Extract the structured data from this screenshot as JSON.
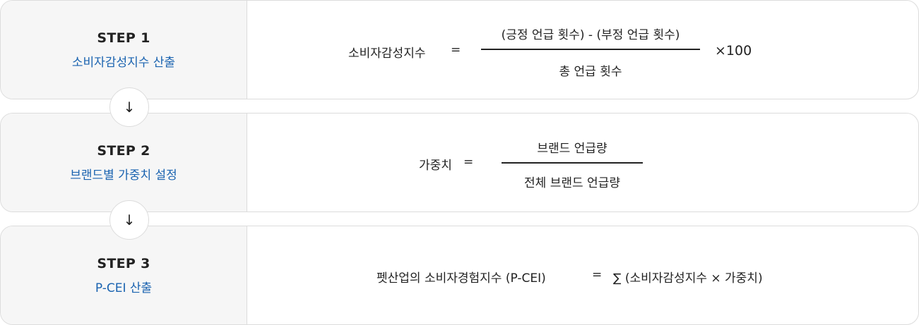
{
  "steps": [
    {
      "label": "STEP 1",
      "title": "소비자감성지수 산출",
      "formula": {
        "lhs": "소비자감성지수",
        "eq": "=",
        "numerator": "(긍정 언급 횟수) - (부정 언급 횟수)",
        "denominator": "총 언급 횟수",
        "multiplier": "×100"
      }
    },
    {
      "label": "STEP 2",
      "title": "브랜드별 가중치 설정",
      "formula": {
        "lhs": "가중치",
        "eq": "=",
        "numerator": "브랜드 언급량",
        "denominator": "전체 브랜드 언급량"
      }
    },
    {
      "label": "STEP 3",
      "title": "P-CEI 산출",
      "formula": {
        "lhs": "펫산업의 소비자경험지수 (P-CEI)",
        "eq": "=",
        "rhs": "∑ (소비자감성지수 × 가중치)"
      }
    }
  ],
  "arrows": [
    "↓",
    "↓"
  ],
  "colors": {
    "accent": "#1a63b0",
    "panel": "#f6f6f6",
    "border": "#dcdcdc",
    "text": "#222222"
  }
}
